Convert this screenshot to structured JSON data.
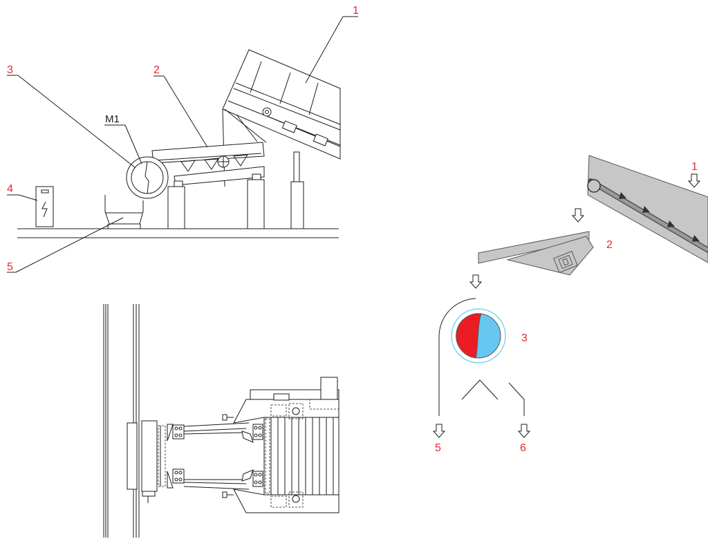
{
  "colors": {
    "label_red": "#e8262d",
    "line": "#1a1a1a",
    "belt_fill": "#c7c7c7",
    "belt_stroke": "#555555",
    "circle_red": "#ec1c24",
    "circle_blue": "#66c8f0",
    "ring_blue": "#7fd0f0"
  },
  "icons": [
    "down-arrow-icon"
  ],
  "side_view": {
    "labels": {
      "conveyor": "1",
      "screen": "2",
      "drum": "3",
      "cabinet": "4",
      "bin": "5"
    },
    "motor_label": "M1"
  },
  "schematic": {
    "labels": {
      "conveyor": "1",
      "screen": "2",
      "separator": "3",
      "out_left": "5",
      "out_right": "6"
    }
  }
}
